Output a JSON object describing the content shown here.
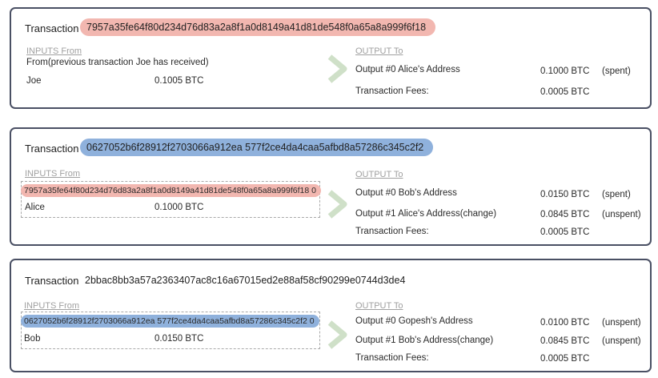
{
  "transactions": [
    {
      "label": "Transaction",
      "hash": "7957a35fe64f80d234d76d83a2a8f1a0d8149a41d81de548f0a65a8a999f6f18",
      "inputs_head": "INPUTS From",
      "input_ref": "From(previous transaction Joe has received)",
      "input_name": "Joe",
      "input_amount": "0.1005 BTC",
      "outputs_head": "OUTPUT To",
      "outputs": [
        {
          "label": "Output  #0  Alice's Address",
          "amount": "0.1000 BTC",
          "status": "(spent)"
        }
      ],
      "fees_label": "Transaction Fees:",
      "fees_amount": "0.0005 BTC"
    },
    {
      "label": "Transaction",
      "hash": "0627052b6f28912f2703066a912ea 577f2ce4da4caa5afbd8a57286c345c2f2",
      "inputs_head": "INPUTS From",
      "input_ref": "7957a35fe64f80d234d76d83a2a8f1a0d8149a41d81de548f0a65a8a999f6f18 0",
      "input_name": "Alice",
      "input_amount": "0.1000 BTC",
      "outputs_head": "OUTPUT To",
      "outputs": [
        {
          "label": "Output  #0  Bob's Address",
          "amount": "0.0150 BTC",
          "status": "(spent)"
        },
        {
          "label": "Output #1 Alice's Address(change)",
          "amount": "0.0845 BTC",
          "status": "(unspent)"
        }
      ],
      "fees_label": "Transaction Fees:",
      "fees_amount": "0.0005 BTC"
    },
    {
      "label": "Transaction",
      "hash": "2bbac8bb3a57a2363407ac8c16a67015ed2e88af58cf90299e0744d3de4",
      "inputs_head": "INPUTS From",
      "input_ref": "0627052b6f28912f2703066a912ea 577f2ce4da4caa5afbd8a57286c345c2f2  0",
      "input_name": "Bob",
      "input_amount": "0.0150 BTC",
      "outputs_head": "OUTPUT To",
      "outputs": [
        {
          "label": "Output #0 Gopesh's Address",
          "amount": "0.0100 BTC",
          "status": "(unspent)"
        },
        {
          "label": "Output #1 Bob's Address(change)",
          "amount": "0.0845 BTC",
          "status": "(unspent)"
        }
      ],
      "fees_label": "Transaction Fees:",
      "fees_amount": "0.0005 BTC"
    }
  ],
  "colors": {
    "pill_red": "#f2b7b0",
    "pill_blue": "#8fb1dc",
    "border": "#4a5064",
    "chevron": "#cfe0c8"
  },
  "icons": {
    "arrow": "chevron-right-icon"
  }
}
